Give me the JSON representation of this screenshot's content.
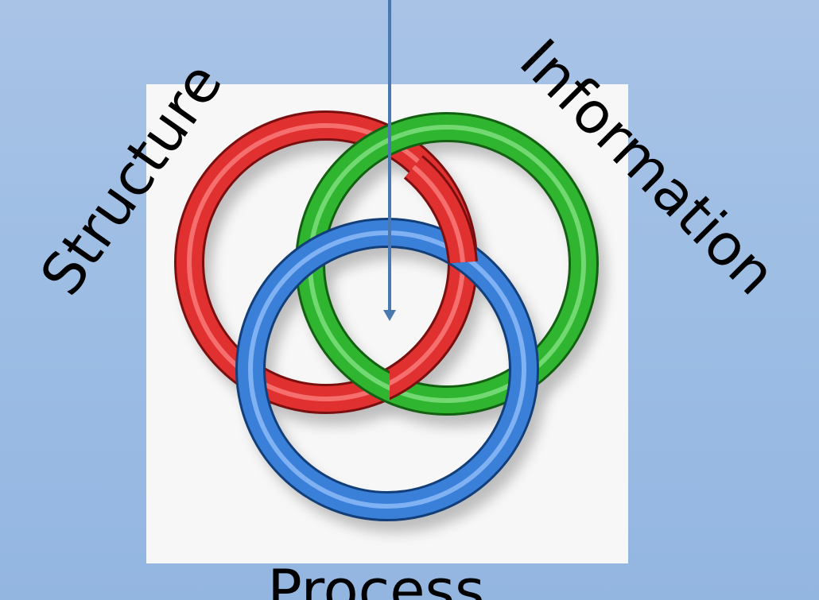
{
  "labels": {
    "structure": "Structure",
    "information": "Information",
    "process": "Process"
  },
  "rings": [
    {
      "name": "red-ring",
      "color": "#e03030"
    },
    {
      "name": "green-ring",
      "color": "#2fb52f"
    },
    {
      "name": "blue-ring",
      "color": "#3a80d8"
    }
  ],
  "colors": {
    "background_top": "#a8c3e6",
    "background_bottom": "#93b6e1",
    "panel": "#f7f7f7",
    "arrow": "#4a78b0"
  }
}
